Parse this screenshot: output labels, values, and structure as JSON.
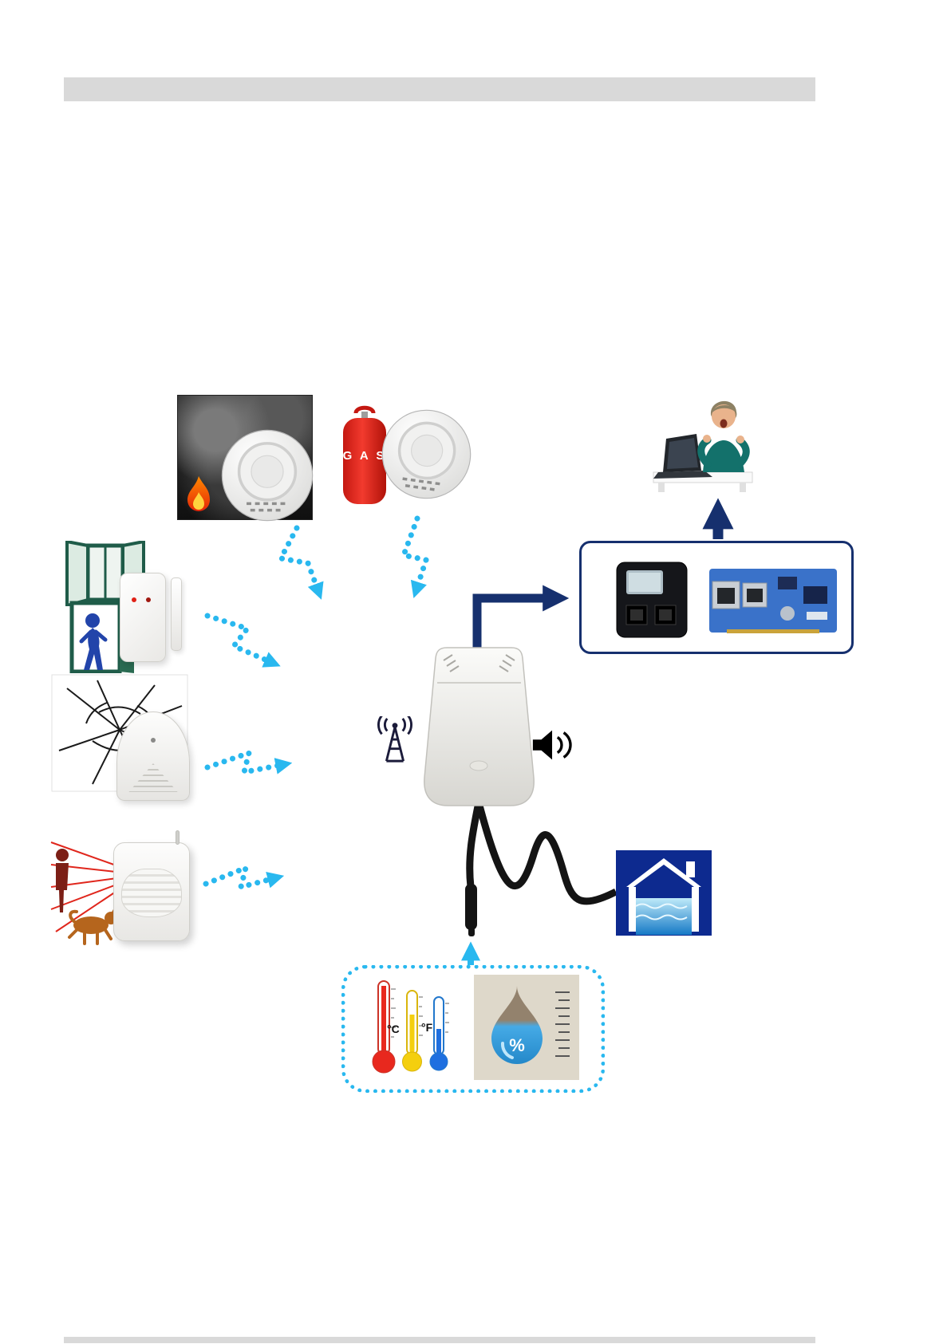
{
  "page": {
    "background": "#ffffff",
    "header_bar_color": "#d9d9d9",
    "footer_bar_color": "#d9d9d9"
  },
  "colors": {
    "wireless_link_arrow": "#29b8ef",
    "wired_link_arrow": "#16306e",
    "cable": "#141414",
    "device_box_border": "#16306e",
    "sensor_group_border": "#29b8ef",
    "gas_cylinder_red": "#e02016",
    "flood_house_blue": "#0d2a8f",
    "thermometer_red": "#e8281e",
    "thermometer_yellow": "#f4cf0e",
    "thermometer_blue": "#1e6fe0",
    "humidity_drop_blue": "#45aae6",
    "humidity_drop_brown": "#93826d"
  },
  "labels": {
    "gas_cylinder": "G A S",
    "thermometer_celsius": "°C",
    "thermometer_fahrenheit": "°F",
    "humidity_percent": "%"
  },
  "icons": {
    "smoke_fire": "smoke-fire-image",
    "smoke_detector": "smoke-detector-icon",
    "gas_cylinder": "gas-cylinder-icon",
    "gas_detector": "gas-detector-icon",
    "open_window": "open-window-icon",
    "door_person": "door-entry-icon",
    "door_window_sensor": "door-window-sensor-icon",
    "broken_glass": "broken-glass-image",
    "glass_break_sensor": "glass-break-sensor-icon",
    "pir_scene": "intruder-and-pet-image",
    "pir_sensor": "pir-motion-sensor-icon",
    "receiver": "wireless-receiver-device",
    "antenna": "radio-antenna-icon",
    "speaker": "speaker-icon",
    "emd": "environmental-monitor-device",
    "snmp_card": "snmp-network-card",
    "operator": "alerted-user-at-laptop",
    "flood_house": "flood-house-icon",
    "temperature": "temperature-sensor-icon",
    "humidity": "humidity-sensor-icon"
  }
}
